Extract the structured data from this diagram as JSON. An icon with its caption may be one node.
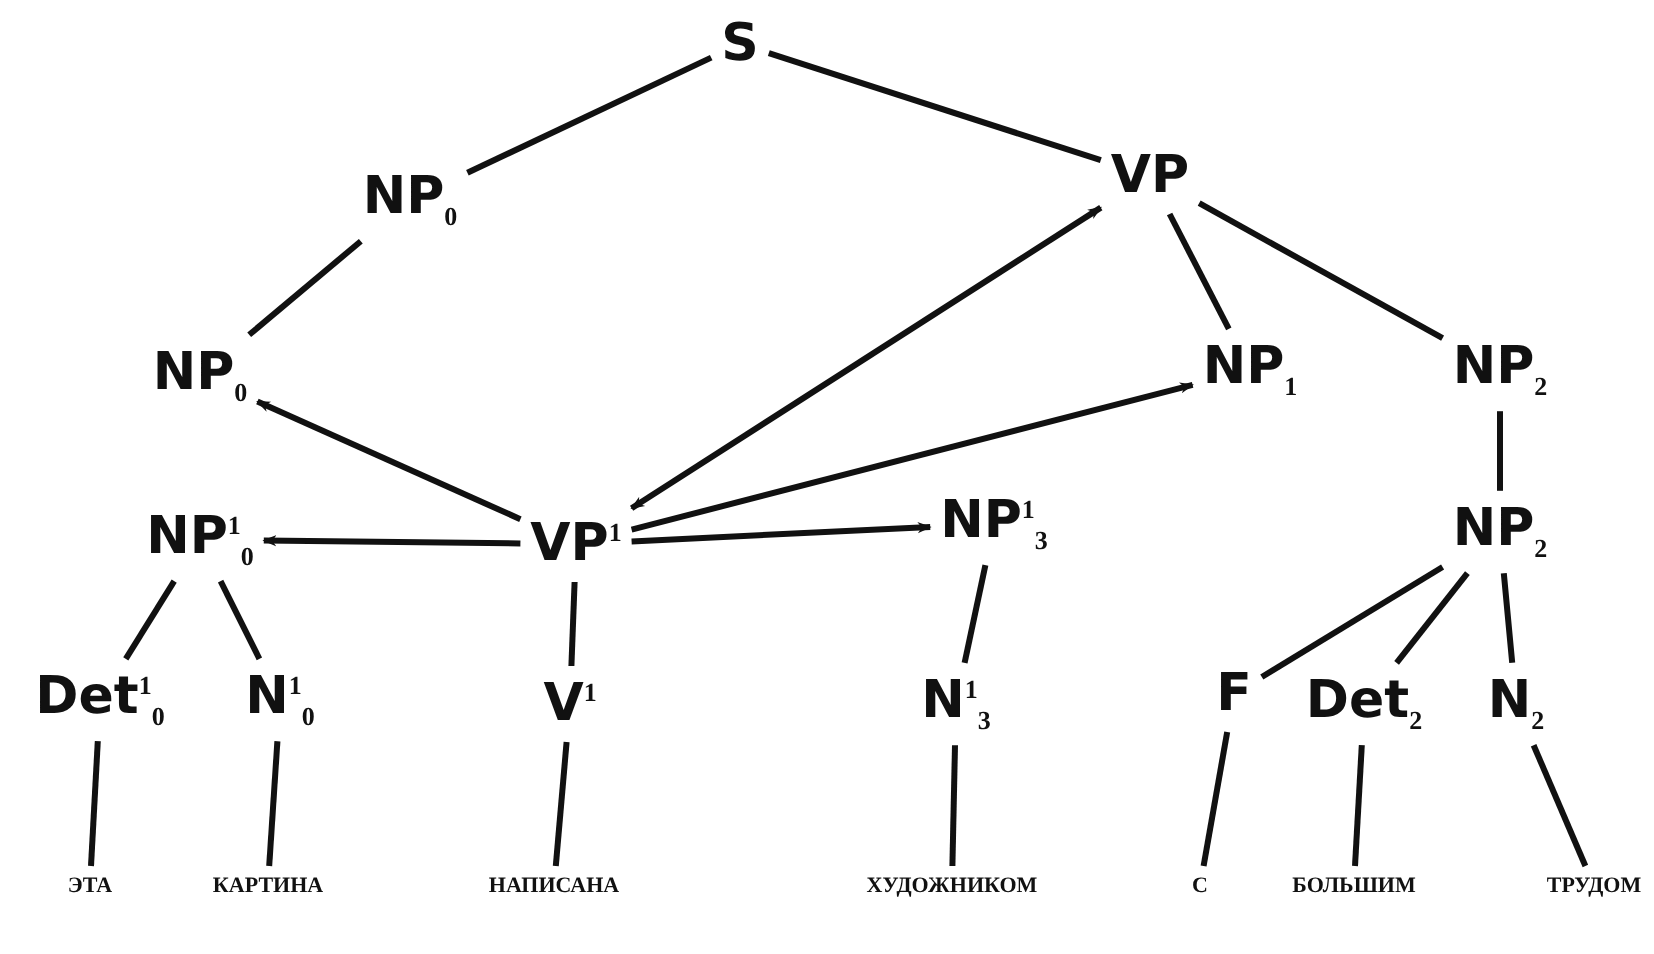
{
  "diagram": {
    "nodes": [
      {
        "text": [
          "S"
        ]
      },
      {
        "text": [
          "NP$_{0}$"
        ]
      },
      {
        "text": [
          "VP"
        ]
      },
      {
        "text": [
          "NP$_{0}$"
        ]
      },
      {
        "text": [
          "NP$_{1}$"
        ]
      },
      {
        "text": [
          "NP$_{2}$"
        ]
      },
      {
        "text": [
          "NP$^{1}$$_{0}$"
        ]
      },
      {
        "text": [
          "VP$^{1}$"
        ]
      },
      {
        "text": [
          "NP$^{1}$$_{3}$"
        ]
      },
      {
        "text": [
          "NP$_{2}$"
        ]
      },
      {
        "text": [
          "Det$^{1}$$_{0}$"
        ]
      },
      {
        "text": [
          "N$^{1}$$_{0}$"
        ]
      },
      {
        "text": [
          "V$^{1}$"
        ]
      },
      {
        "text": [
          "N$^{1}$$_{3}$"
        ]
      },
      {
        "text": [
          "F"
        ]
      },
      {
        "text": [
          "Det$_{2}$"
        ]
      },
      {
        "text": [
          "N$_{2}$"
        ]
      },
      {
        "text": [
          "ЭТА"
        ]
      },
      {
        "text": [
          "КАРТИНА"
        ]
      },
      {
        "text": [
          "НАПИСАНА"
        ]
      },
      {
        "text": [
          "ХУДОЖНИКОМ"
        ]
      },
      {
        "text": [
          "С"
        ]
      },
      {
        "text": [
          "БОЛЬШИМ"
        ]
      },
      {
        "text": [
          "ТРУДОМ"
        ]
      }
    ],
    "edges": [
      {
        "from": 0,
        "to": 1,
        "arrow": "none"
      },
      {
        "from": 0,
        "to": 2,
        "arrow": "none"
      },
      {
        "from": 1,
        "to": 3,
        "arrow": "none"
      },
      {
        "from": 2,
        "to": 4,
        "arrow": "none"
      },
      {
        "from": 2,
        "to": 5,
        "arrow": "none"
      },
      {
        "from": 5,
        "to": 9,
        "arrow": "none"
      },
      {
        "from": 7,
        "to": 3,
        "arrow": "to"
      },
      {
        "from": 7,
        "to": 6,
        "arrow": "to"
      },
      {
        "from": 7,
        "to": 2,
        "arrow": "both"
      },
      {
        "from": 7,
        "to": 4,
        "arrow": "to"
      },
      {
        "from": 7,
        "to": 8,
        "arrow": "to"
      },
      {
        "from": 6,
        "to": 10,
        "arrow": "none"
      },
      {
        "from": 6,
        "to": 11,
        "arrow": "none"
      },
      {
        "from": 7,
        "to": 12,
        "arrow": "none"
      },
      {
        "from": 8,
        "to": 13,
        "arrow": "none"
      },
      {
        "from": 9,
        "to": 14,
        "arrow": "none"
      },
      {
        "from": 9,
        "to": 15,
        "arrow": "none"
      },
      {
        "from": 9,
        "to": 16,
        "arrow": "none"
      },
      {
        "from": 10,
        "to": 17,
        "arrow": "none"
      },
      {
        "from": 11,
        "to": 18,
        "arrow": "none"
      },
      {
        "from": 12,
        "to": 19,
        "arrow": "none"
      },
      {
        "from": 13,
        "to": 20,
        "arrow": "none"
      },
      {
        "from": 14,
        "to": 21,
        "arrow": "none"
      },
      {
        "from": 15,
        "to": 22,
        "arrow": "none"
      },
      {
        "from": 16,
        "to": 23,
        "arrow": "none"
      }
    ]
  }
}
